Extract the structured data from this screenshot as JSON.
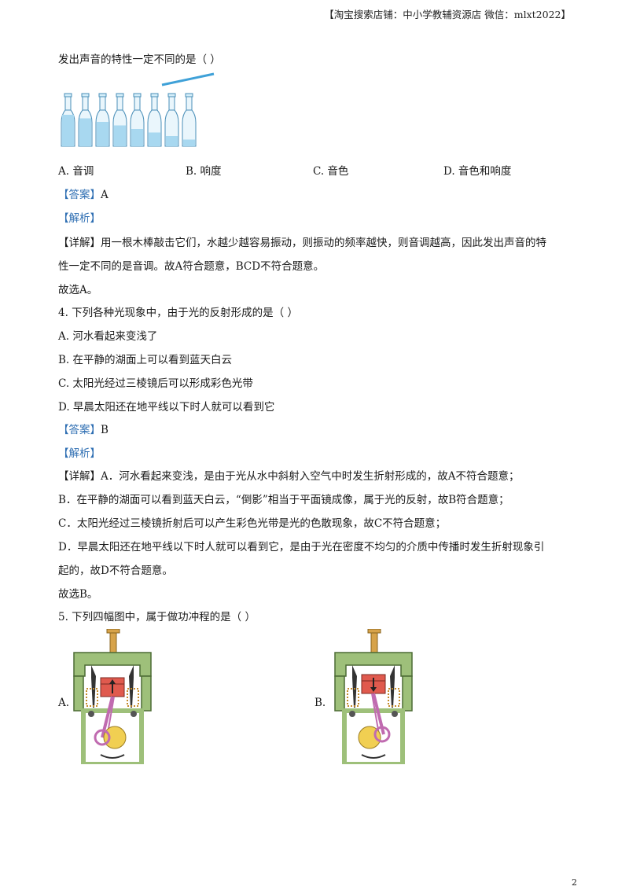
{
  "header": {
    "text": "【淘宝搜索店铺：中小学教辅资源店  微信：mlxt2022】"
  },
  "q3": {
    "stem_tail": "发出声音的特性一定不同的是（        ）",
    "options": [
      "A. 音调",
      "B. 响度",
      "C. 音色",
      "D. 音色和响度"
    ],
    "answer_label": "【答案】",
    "answer_value": "A",
    "analysis_label": "【解析】",
    "detail_label": "【详解】",
    "detail_line1": "用一根木棒敲击它们，水越少越容易振动，则振动的频率越快，则音调越高，因此发出声音的特",
    "detail_line2": "性一定不同的是音调。故A符合题意，BCD不符合题意。",
    "conclusion": "故选A。"
  },
  "q4": {
    "stem": "4. 下列各种光现象中，由于光的反射形成的是（        ）",
    "options": [
      "A. 河水看起来变浅了",
      "B. 在平静的湖面上可以看到蓝天白云",
      "C. 太阳光经过三棱镜后可以形成彩色光带",
      "D. 早晨太阳还在地平线以下时人就可以看到它"
    ],
    "answer_label": "【答案】",
    "answer_value": "B",
    "analysis_label": "【解析】",
    "detail_label": "【详解】",
    "detail_a": "A．河水看起来变浅，是由于光从水中斜射入空气中时发生折射形成的，故A不符合题意；",
    "detail_b": "B．在平静的湖面可以看到蓝天白云，“倒影”相当于平面镜成像，属于光的反射，故B符合题意；",
    "detail_c": "C．太阳光经过三棱镜折射后可以产生彩色光带是光的色散现象，故C不符合题意；",
    "detail_d1": "D．早晨太阳还在地平线以下时人就可以看到它，是由于光在密度不均匀的介质中传播时发生折射现象引",
    "detail_d2": "起的，故D不符合题意。",
    "conclusion": "故选B。"
  },
  "q5": {
    "stem": "5. 下列四幅图中，属于做功冲程的是（        ）",
    "option_a_label": "A.",
    "option_b_label": "B."
  },
  "page_number": "2",
  "colors": {
    "accent": "#2f6fb3",
    "engine_green": "#9ec07a",
    "piston_red": "#e05a4e",
    "bottle_blue": "#a8d8f0"
  }
}
